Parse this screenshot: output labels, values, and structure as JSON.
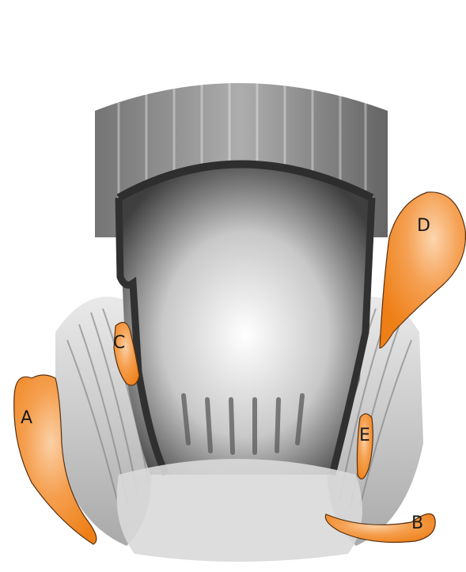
{
  "labels": {
    "a": "A",
    "b": "B",
    "c": "C",
    "d": "D",
    "e": "E"
  },
  "colors": {
    "abscess_fill": "#f28a1e",
    "abscess_highlight": "#f9c79a",
    "tissue_dark": "#3a3a3a",
    "tissue_light": "#f4f4f4"
  }
}
